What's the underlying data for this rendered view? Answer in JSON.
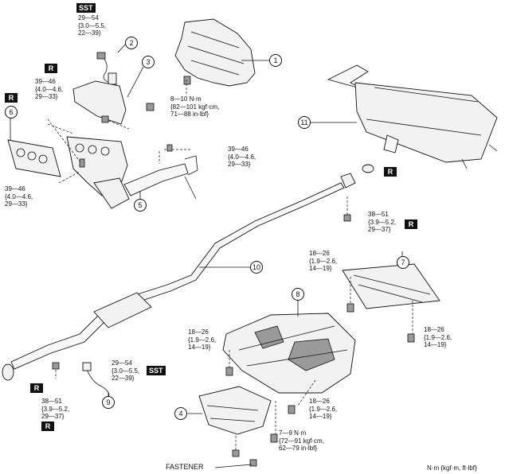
{
  "parts": [
    {
      "id": "callout-1",
      "number": "1"
    },
    {
      "id": "callout-2",
      "number": "2"
    },
    {
      "id": "callout-3",
      "number": "3"
    },
    {
      "id": "callout-4",
      "number": "4"
    },
    {
      "id": "callout-5",
      "number": "5"
    },
    {
      "id": "callout-6",
      "number": "6"
    },
    {
      "id": "callout-7",
      "number": "7"
    },
    {
      "id": "callout-8",
      "number": "8"
    },
    {
      "id": "callout-9",
      "number": "9"
    },
    {
      "id": "callout-10",
      "number": "10"
    },
    {
      "id": "callout-11",
      "number": "11"
    }
  ],
  "torque_specs": [
    {
      "id": "spec-o2-upper",
      "nm": "29—54",
      "kgf": "{3.0—5.5,",
      "lbf": "22—39}"
    },
    {
      "id": "spec-heat-bolt",
      "nm": "8—10 N·m",
      "kgf": "{82—101 kgf·cm,",
      "lbf": "71—88 in·lbf}"
    },
    {
      "id": "spec-manifold-upper",
      "nm": "39—46",
      "kgf": "{4.0—4.6,",
      "lbf": "29—33}"
    },
    {
      "id": "spec-manifold-left",
      "nm": "39—46",
      "kgf": "{4.0—4.6,",
      "lbf": "29—33}"
    },
    {
      "id": "spec-flange",
      "nm": "39—46",
      "kgf": "{4.0—4.6,",
      "lbf": "29—33}"
    },
    {
      "id": "spec-rear-nut",
      "nm": "38—51",
      "kgf": "{3.9—5.2,",
      "lbf": "29—37}"
    },
    {
      "id": "spec-cover7-left",
      "nm": "18—26",
      "kgf": "{1.9—2.6,",
      "lbf": "14—19}"
    },
    {
      "id": "spec-cover7-right",
      "nm": "18—26",
      "kgf": "{1.9—2.6,",
      "lbf": "14—19}"
    },
    {
      "id": "spec-cover8-left",
      "nm": "18—26",
      "kgf": "{1.9—2.6,",
      "lbf": "14—19}"
    },
    {
      "id": "spec-cover8-lower",
      "nm": "18—26",
      "kgf": "{1.9—2.6,",
      "lbf": "14—19}"
    },
    {
      "id": "spec-o2-lower",
      "nm": "29—54",
      "kgf": "{3.0—5.5,",
      "lbf": "22—39}"
    },
    {
      "id": "spec-front-nut",
      "nm": "38—51",
      "kgf": "{3.9—5.2,",
      "lbf": "29—37}"
    },
    {
      "id": "spec-shield4",
      "nm": "7—9 N·m",
      "kgf": "{72—91 kgf·cm,",
      "lbf": "62—79 in·lbf}"
    }
  ],
  "badges": {
    "sst": "SST",
    "replace": "R"
  },
  "labels": {
    "fastener": "FASTENER",
    "units": "N·m {kgf·m, ft·lbf}"
  }
}
